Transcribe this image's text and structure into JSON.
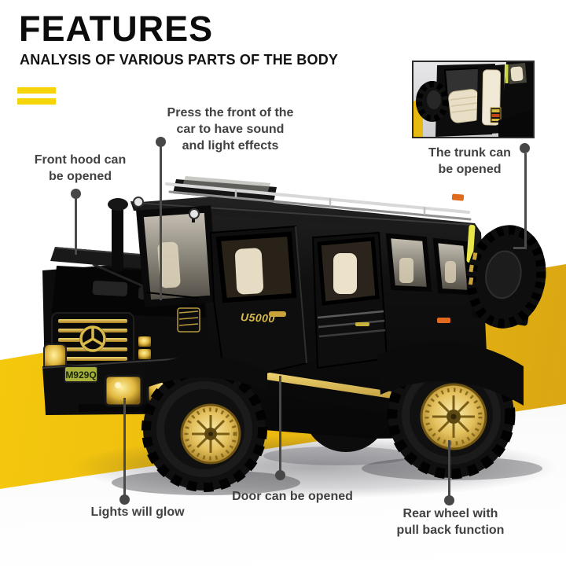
{
  "header": {
    "title": "FEATURES",
    "subtitle": "ANALYSIS OF VARIOUS PARTS OF THE BODY"
  },
  "callouts": {
    "press_front": {
      "label": "Press the front of the\ncar to have sound\nand light effects"
    },
    "front_hood": {
      "label": "Front hood can\nbe opened"
    },
    "trunk": {
      "label": "The trunk can\nbe opened"
    },
    "lights": {
      "label": "Lights will glow"
    },
    "door": {
      "label": "Door can be opened"
    },
    "rear_wheel": {
      "label": "Rear wheel with\npull back function"
    }
  },
  "car": {
    "door_badge": "U5000",
    "license_plate": "M929Q"
  },
  "colors": {
    "accent_yellow_bars": "#f6d40a",
    "band_yellow": "#eebc10",
    "band_yellow_dark": "#d9a513",
    "connector_gray": "#4a4a4a",
    "label_text": "#414141",
    "car_body_black": "#0f0f0f",
    "car_gold_trim": "#d9b94a",
    "seat_cream": "#e9dfc7"
  }
}
